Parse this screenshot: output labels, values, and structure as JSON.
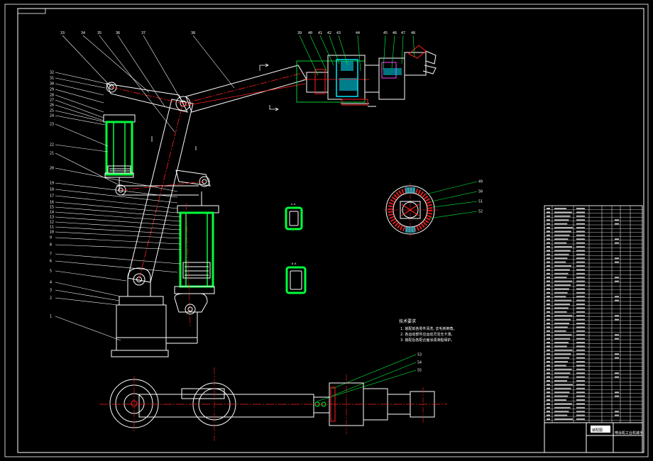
{
  "colors": {
    "background": "#000000",
    "frame": "#ffffff",
    "link": "#ffffff",
    "cylinder": "#00ff3c",
    "centerline": "#ff2020",
    "leader": "#00ff3c",
    "accent_cyan": "#00e5ff",
    "accent_magenta": "#ff40ff"
  },
  "callouts_left": [
    "32",
    "31",
    "30",
    "29",
    "28",
    "27",
    "26",
    "25",
    "24",
    "23",
    "22",
    "21",
    "20",
    "19",
    "18",
    "17",
    "16",
    "15",
    "14",
    "13",
    "12",
    "11",
    "10",
    "9",
    "8",
    "7",
    "6",
    "5",
    "4",
    "3",
    "2",
    "1"
  ],
  "callouts_top": [
    "33",
    "34",
    "35",
    "36",
    "37",
    "38",
    "39",
    "40",
    "41",
    "42",
    "43",
    "44",
    "45",
    "46",
    "47",
    "48"
  ],
  "callouts_ring": [
    "49",
    "50",
    "51",
    "52"
  ],
  "callouts_bottom": [
    "53",
    "54",
    "55"
  ],
  "section_labels": [
    "A-A",
    "B-B"
  ],
  "tech_requirements": {
    "title": "技术要求",
    "lines": [
      "1. 装配前各零件清洗, 去毛刺倒角。",
      "2. 各运动部件应运动灵活无卡滞。",
      "3. 装配后各配合面涂润滑脂保护。"
    ]
  },
  "title_block": {
    "drawing_name": "喷涂机工业机械手",
    "drawing_type": "装配图"
  }
}
